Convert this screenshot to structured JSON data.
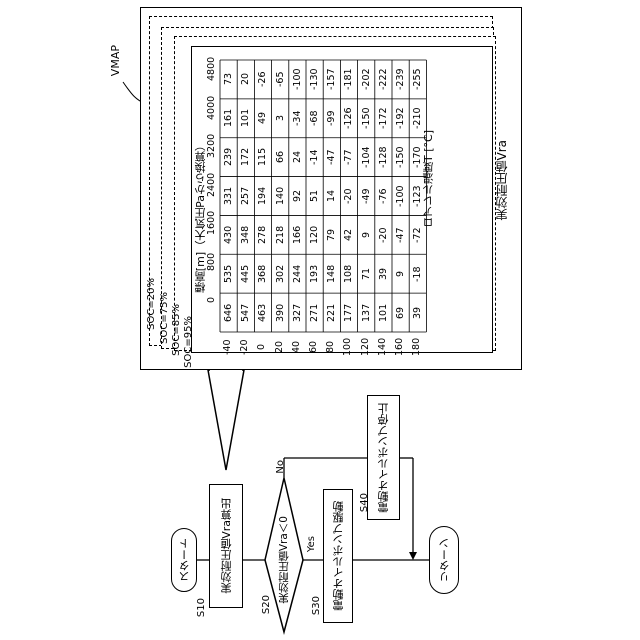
{
  "vmap": {
    "label": "VMAP",
    "title": "実効耐圧値Vra",
    "y_axis_label": "ロアレル温度T [°C]",
    "x_axis_label": "標高[m]（大気圧Paから換算）",
    "soc_labels": [
      "SOC=95%",
      "SOC=85%",
      "SOC=75%",
      "SOC=20%"
    ],
    "altitudes": [
      "0",
      "800",
      "1600",
      "2400",
      "3200",
      "4000",
      "4800"
    ],
    "temperatures": [
      "-40",
      "-20",
      "0",
      "20",
      "40",
      "60",
      "80",
      "100",
      "120",
      "140",
      "160",
      "180"
    ],
    "rows": [
      [
        "646",
        "535",
        "430",
        "331",
        "239",
        "161",
        "73"
      ],
      [
        "547",
        "445",
        "348",
        "257",
        "172",
        "101",
        "20"
      ],
      [
        "463",
        "368",
        "278",
        "194",
        "115",
        "49",
        "-26"
      ],
      [
        "390",
        "302",
        "218",
        "140",
        "66",
        "3",
        "-65"
      ],
      [
        "327",
        "244",
        "166",
        "92",
        "24",
        "-34",
        "-100"
      ],
      [
        "271",
        "193",
        "120",
        "51",
        "-14",
        "-68",
        "-130"
      ],
      [
        "221",
        "148",
        "79",
        "14",
        "-47",
        "-99",
        "-157"
      ],
      [
        "177",
        "108",
        "42",
        "-20",
        "-77",
        "-126",
        "-181"
      ],
      [
        "137",
        "71",
        "9",
        "-49",
        "-104",
        "-150",
        "-202"
      ],
      [
        "101",
        "39",
        "-20",
        "-76",
        "-128",
        "-172",
        "-222"
      ],
      [
        "69",
        "9",
        "-47",
        "-100",
        "-150",
        "-192",
        "-239"
      ],
      [
        "39",
        "-18",
        "-72",
        "-123",
        "-170",
        "-210",
        "-255"
      ]
    ]
  },
  "flow": {
    "start": "スタート",
    "s10": {
      "id": "S10",
      "text": "実効耐圧値Vra算出"
    },
    "s20": {
      "id": "S20",
      "text": "実効耐圧値Vra＜0"
    },
    "s30": {
      "id": "S30",
      "text": "電動オイルポンプ駆動"
    },
    "s40": {
      "id": "S40",
      "text": "電動オイルポンプ停止"
    },
    "yes": "Yes",
    "no": "No",
    "end": "リターン"
  }
}
